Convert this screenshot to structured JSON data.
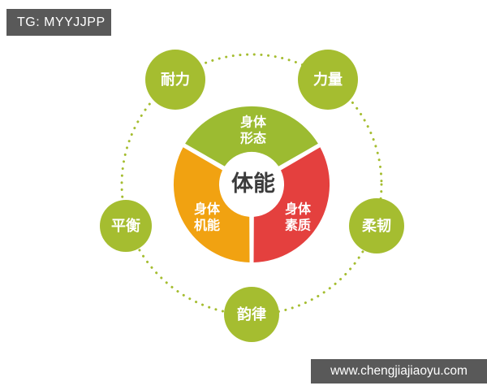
{
  "badge": {
    "text": "TG: MYYJJPP",
    "bg": "#595959",
    "fg": "#ffffff"
  },
  "footer": {
    "url": "www.chengjiajiaoyu.com",
    "bg": "#595959",
    "fg": "#ffffff"
  },
  "diagram": {
    "center_label": "体能",
    "center_color": "#3b3b3b",
    "ring_color": "#a5bd30",
    "satellite_color": "#a5bd30",
    "background": "#ffffff",
    "segments": [
      {
        "name": "body-shape",
        "lines": [
          "身体",
          "形态"
        ],
        "color": "#9cbb31"
      },
      {
        "name": "body-function",
        "lines": [
          "身体",
          "机能"
        ],
        "color": "#f1a211"
      },
      {
        "name": "body-quality",
        "lines": [
          "身体",
          "素质"
        ],
        "color": "#e4403e"
      }
    ],
    "satellites": [
      {
        "name": "endurance",
        "label": "耐力"
      },
      {
        "name": "strength",
        "label": "力量"
      },
      {
        "name": "balance",
        "label": "平衡"
      },
      {
        "name": "flexibility",
        "label": "柔韧"
      },
      {
        "name": "rhythm",
        "label": "韵律"
      }
    ]
  }
}
